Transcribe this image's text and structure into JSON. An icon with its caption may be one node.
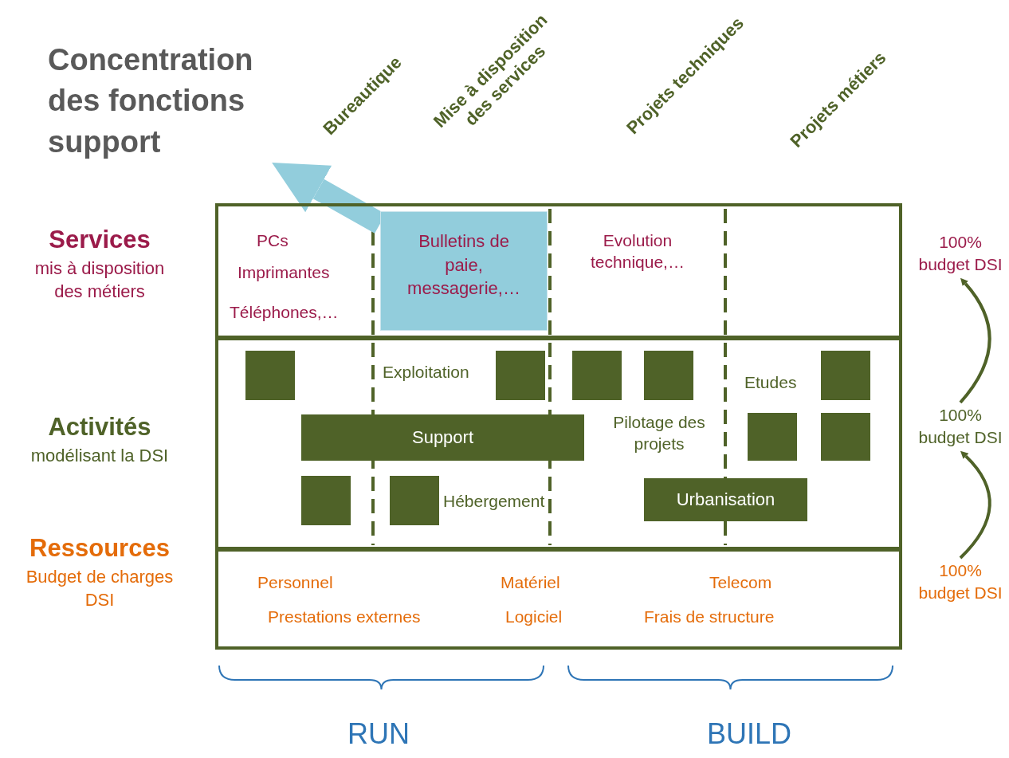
{
  "diagram": {
    "nodes": [
      {
        "text": [
          "Concentration des fonctions support"
        ]
      },
      {
        "text": [
          "Services",
          "mis à disposition des métiers"
        ]
      },
      {
        "text": [
          "Bulletins de paie, messagerie,…"
        ],
        "in": 1
      },
      {
        "text": [
          "Activités",
          "modélisant la DSI"
        ]
      },
      {
        "text": [],
        "shape": "box",
        "in": 3
      },
      {
        "text": [],
        "shape": "box",
        "in": 3
      },
      {
        "text": [],
        "shape": "box",
        "in": 3
      },
      {
        "text": [],
        "shape": "box",
        "in": 3
      },
      {
        "text": [],
        "shape": "box",
        "in": 3
      },
      {
        "text": [
          "Support"
        ],
        "in": 3
      },
      {
        "text": [],
        "shape": "box",
        "in": 3
      },
      {
        "text": [],
        "shape": "box",
        "in": 3
      },
      {
        "text": [],
        "shape": "box",
        "in": 3
      },
      {
        "text": [],
        "shape": "box",
        "in": 3
      },
      {
        "text": [
          "Urbanisation"
        ],
        "in": 3
      },
      {
        "text": [
          "Ressources",
          "Budget de charges DSI"
        ]
      },
      {
        "text": [
          "100% budget DSI"
        ]
      },
      {
        "text": [
          "100% budget DSI"
        ]
      },
      {
        "text": [
          "100% budget DSI"
        ]
      }
    ],
    "edges": [
      {
        "from": 2,
        "to": 0,
        "arrow": "to",
        "style": "thick",
        "color": "#92cddc"
      },
      {
        "from": 17,
        "to": 16,
        "arrow": "to"
      },
      {
        "from": 18,
        "to": 17,
        "arrow": "to"
      }
    ],
    "labels": [
      "Bureautique",
      "Mise à disposition des services",
      "Projets techniques",
      "Projets métiers",
      "PCs",
      "Imprimantes",
      "Téléphones,…",
      "Evolution technique,…",
      "Exploitation",
      "Etudes",
      "Pilotage des projets",
      "Hébergement",
      "Personnel",
      "Matériel",
      "Telecom",
      "Prestations externes",
      "Logiciel",
      "Frais de structure",
      "RUN",
      "BUILD"
    ]
  }
}
